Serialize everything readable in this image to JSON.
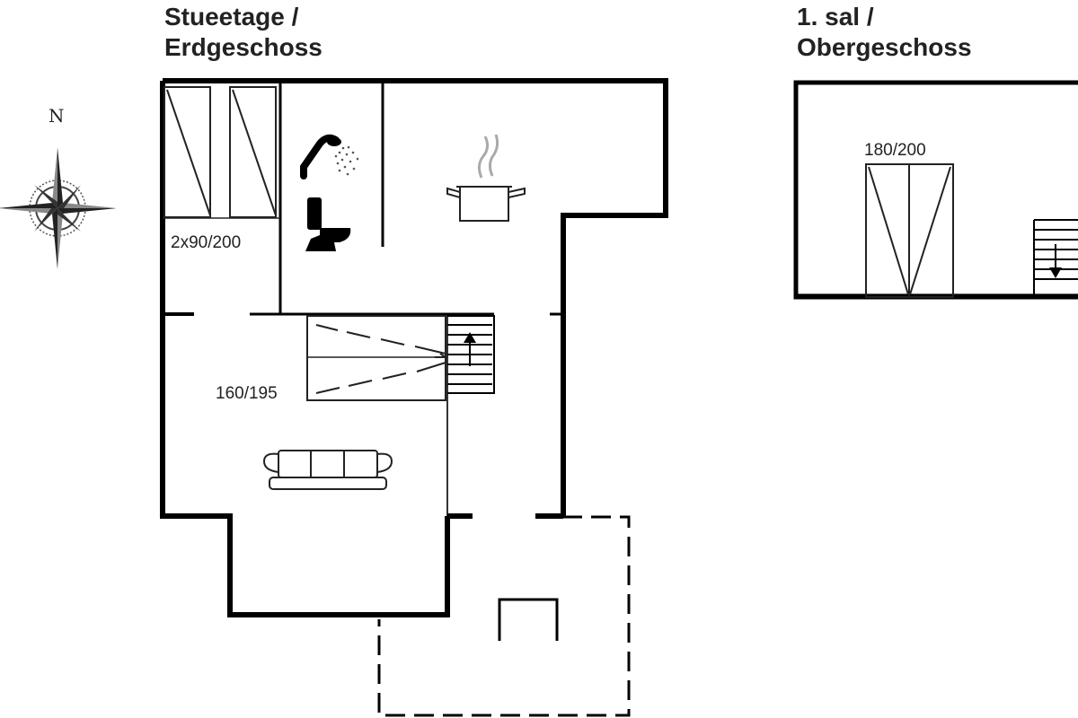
{
  "titles": {
    "ground": "Stueetage /\nErdgeschoss",
    "upper": "1. sal /\nObergeschoss"
  },
  "compass": {
    "north": "N",
    "icon": "compass-rose-icon"
  },
  "bed_labels": {
    "twin": "2x90/200",
    "sofa_bed": "160/195",
    "double": "180/200"
  },
  "icons": [
    "compass-rose-icon",
    "shower-icon",
    "toilet-icon",
    "cooking-pot-icon",
    "sofa-icon",
    "stair-up-arrow-icon",
    "stair-down-arrow-icon"
  ],
  "colors": {
    "wall": "#000000",
    "line": "#1a1a1a",
    "background": "#ffffff"
  }
}
